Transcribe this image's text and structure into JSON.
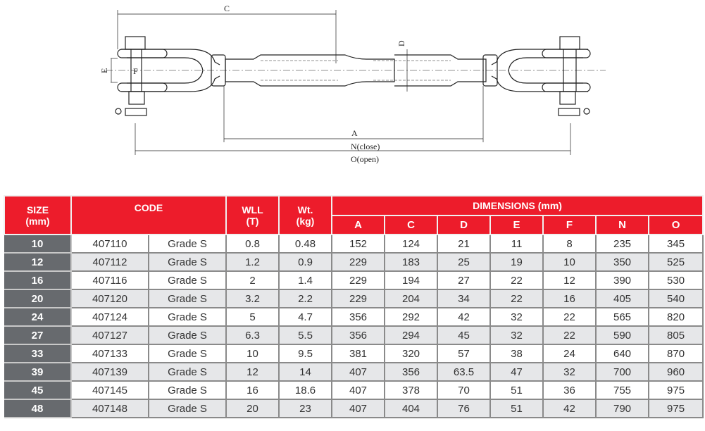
{
  "drawing": {
    "labels": {
      "C": "C",
      "D": "D",
      "E": "E",
      "F": "F",
      "A": "A",
      "N": "N(close)",
      "O": "O(open)"
    }
  },
  "table": {
    "headers": {
      "size": "SIZE",
      "size_unit": "(mm)",
      "code": "CODE",
      "wll": "WLL",
      "wll_unit": "(T)",
      "wt": "Wt.",
      "wt_unit": "(kg)",
      "dimensions": "DIMENSIONS (mm)",
      "dims": [
        "A",
        "C",
        "D",
        "E",
        "F",
        "N",
        "O"
      ]
    },
    "rows": [
      {
        "size": "10",
        "code": "407110",
        "grade": "Grade S",
        "wll": "0.8",
        "wt": "0.48",
        "dims": [
          "152",
          "124",
          "21",
          "11",
          "8",
          "235",
          "345"
        ]
      },
      {
        "size": "12",
        "code": "407112",
        "grade": "Grade S",
        "wll": "1.2",
        "wt": "0.9",
        "dims": [
          "229",
          "183",
          "25",
          "19",
          "10",
          "350",
          "525"
        ]
      },
      {
        "size": "16",
        "code": "407116",
        "grade": "Grade S",
        "wll": "2",
        "wt": "1.4",
        "dims": [
          "229",
          "194",
          "27",
          "22",
          "12",
          "390",
          "530"
        ]
      },
      {
        "size": "20",
        "code": "407120",
        "grade": "Grade S",
        "wll": "3.2",
        "wt": "2.2",
        "dims": [
          "229",
          "204",
          "34",
          "22",
          "16",
          "405",
          "540"
        ]
      },
      {
        "size": "24",
        "code": "407124",
        "grade": "Grade S",
        "wll": "5",
        "wt": "4.7",
        "dims": [
          "356",
          "292",
          "42",
          "32",
          "22",
          "565",
          "820"
        ]
      },
      {
        "size": "27",
        "code": "407127",
        "grade": "Grade S",
        "wll": "6.3",
        "wt": "5.5",
        "dims": [
          "356",
          "294",
          "45",
          "32",
          "22",
          "590",
          "805"
        ]
      },
      {
        "size": "33",
        "code": "407133",
        "grade": "Grade S",
        "wll": "10",
        "wt": "9.5",
        "dims": [
          "381",
          "320",
          "57",
          "38",
          "24",
          "640",
          "870"
        ]
      },
      {
        "size": "39",
        "code": "407139",
        "grade": "Grade S",
        "wll": "12",
        "wt": "14",
        "dims": [
          "407",
          "356",
          "63.5",
          "47",
          "32",
          "700",
          "960"
        ]
      },
      {
        "size": "45",
        "code": "407145",
        "grade": "Grade S",
        "wll": "16",
        "wt": "18.6",
        "dims": [
          "407",
          "378",
          "70",
          "51",
          "36",
          "755",
          "975"
        ]
      },
      {
        "size": "48",
        "code": "407148",
        "grade": "Grade S",
        "wll": "20",
        "wt": "23",
        "dims": [
          "407",
          "404",
          "76",
          "51",
          "42",
          "790",
          "975"
        ]
      }
    ]
  },
  "colors": {
    "header_red": "#ed1c2b",
    "size_gray": "#676a6e",
    "alt_row": "#e6e7e9"
  }
}
